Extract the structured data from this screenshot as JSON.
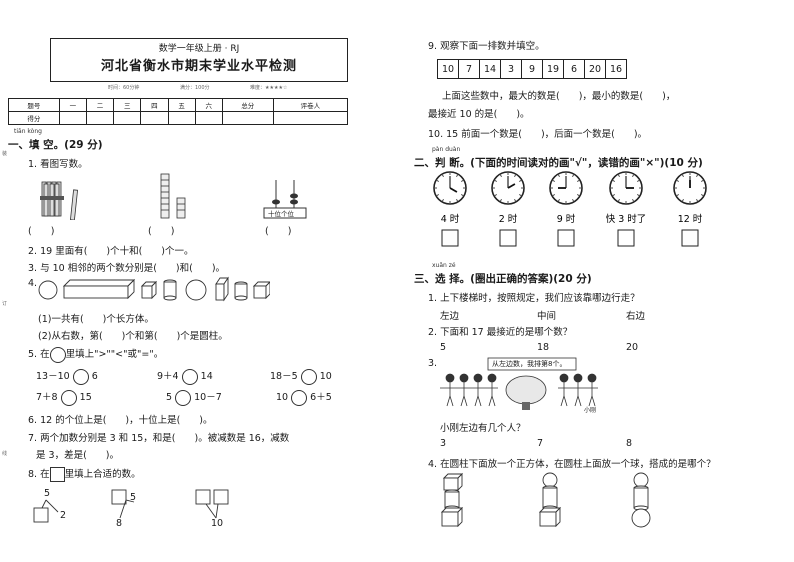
{
  "header": {
    "subtitle": "数学一年级上册 · RJ",
    "title": "河北省衡水市期末学业水平检测",
    "meta_time": "时间：60分钟",
    "meta_score": "满分：100分",
    "meta_level": "难度：★★★★☆"
  },
  "score_table": {
    "row1": [
      "题号",
      "一",
      "二",
      "三",
      "四",
      "五",
      "六",
      "总分",
      "评卷人"
    ],
    "row2_label": "得分"
  },
  "s1": {
    "pinyin": "tiān kòng",
    "title": "一、填 空。(29 分)",
    "q1": "1. 看图写数。",
    "q1_blanks": [
      "(　　)",
      "(　　)",
      "(　　)"
    ],
    "abacus_label": "十位个位",
    "q2": "2. 19 里面有(　　)个十和(　　)个一。",
    "q3": "3. 与 10 相邻的两个数分别是(　　)和(　　)。",
    "q4": "4.",
    "q4a": "(1)一共有(　　)个长方体。",
    "q4b": "(2)从右数，第(　　)个和第(　　)个是圆柱。",
    "q5_pre": "5. 在",
    "q5_post": "里填上\">\"\"<\"或\"=\"。",
    "q5_items": [
      [
        "13－10",
        "6"
      ],
      [
        "9＋4",
        "14"
      ],
      [
        "18－5",
        "10"
      ],
      [
        "7＋8",
        "15"
      ],
      [
        "5",
        "10－7"
      ],
      [
        "10",
        "6＋5"
      ]
    ],
    "q6": "6. 12 的个位上是(　　)，十位上是(　　)。",
    "q7a": "7. 两个加数分别是 3 和 15，和是(　　)。被减数是 16，减数",
    "q7b": "是 3，差是(　　)。",
    "q8_pre": "8. 在",
    "q8_post": "里填上合适的数。",
    "q8_nums": [
      "5",
      "2",
      "5",
      "8",
      "10"
    ]
  },
  "s1_side": [
    "装",
    "订",
    "线"
  ],
  "q9": {
    "title": "9. 观察下面一排数并填空。",
    "numbers": [
      "10",
      "7",
      "14",
      "3",
      "9",
      "19",
      "6",
      "20",
      "16"
    ],
    "line1": "上面这些数中，最大的数是(　　)，最小的数是(　　)，",
    "line2": "最接近 10 的是(　　)。"
  },
  "q10": "10. 15 前面一个数是(　　)，后面一个数是(　　)。",
  "s2": {
    "pinyin": "pàn duàn",
    "title": "二、判 断。(下面的时间读对的画\"√\"，读错的画\"×\")(10 分)",
    "clocks": [
      {
        "label": "4 时",
        "hour": 4
      },
      {
        "label": "2 时",
        "hour": 2
      },
      {
        "label": "9 时",
        "hour": 9
      },
      {
        "label": "快 3 时了",
        "hour": 3
      },
      {
        "label": "12 时",
        "hour": 12
      }
    ]
  },
  "s3": {
    "pinyin": "xuǎn zé",
    "title": "三、选 择。(圈出正确的答案)(20 分)",
    "q1": "1. 上下楼梯时，按照规定，我们应该靠哪边行走？",
    "q1_opts": [
      "左边",
      "中间",
      "右边"
    ],
    "q2": "2. 下面和 17 最接近的是哪个数？",
    "q2_opts": [
      "5",
      "18",
      "20"
    ],
    "q3": "3.",
    "q3_bubble": "从左边数，我排第8个。",
    "q3_name": "小刚",
    "q3_q": "小刚左边有几个人？",
    "q3_opts": [
      "3",
      "7",
      "8"
    ],
    "q4": "4. 在圆柱下面放一个正方体，在圆柱上面放一个球，搭成的是哪个？"
  }
}
